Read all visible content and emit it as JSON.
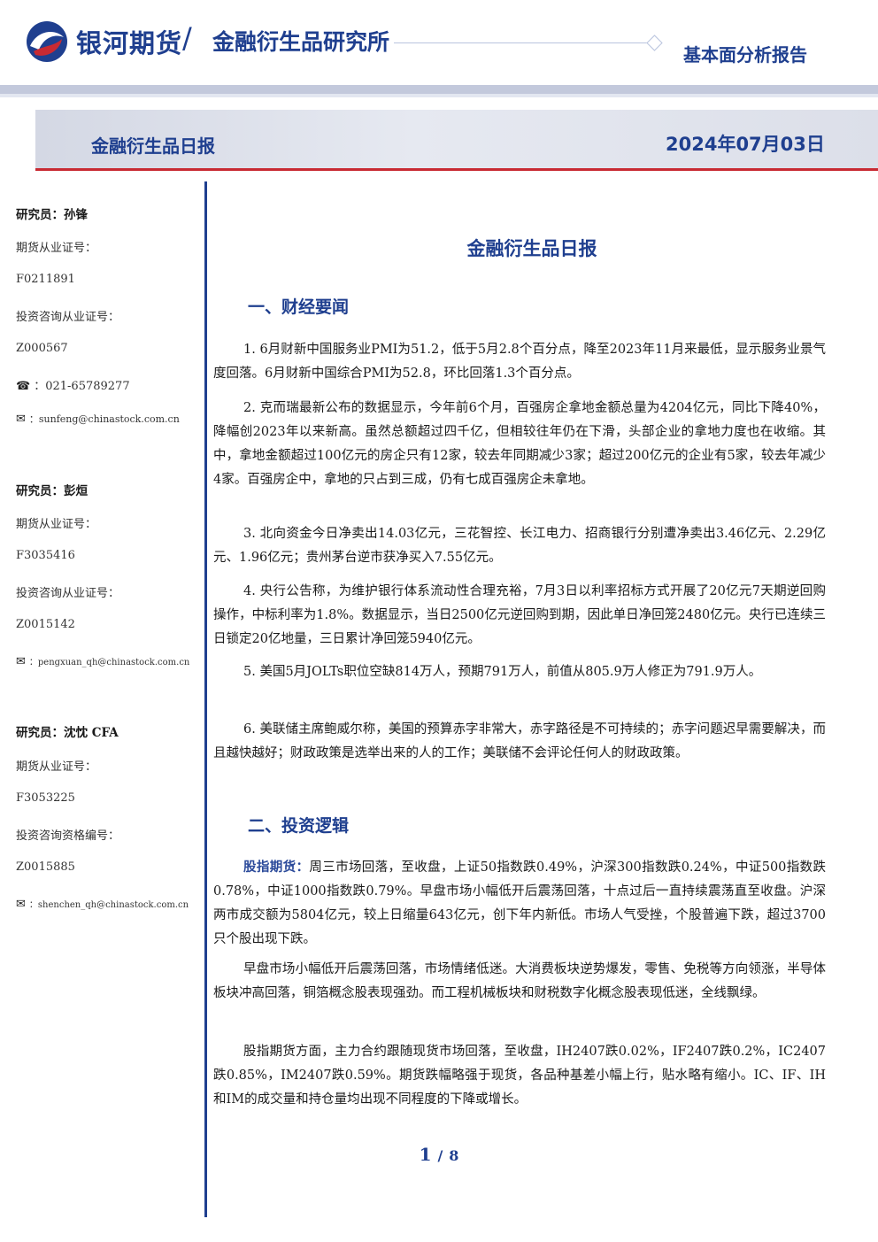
{
  "header": {
    "brand": "银河期货",
    "slash": "/",
    "institute": "金融衍生品研究所",
    "report_type": "基本面分析报告",
    "colors": {
      "primary": "#1f3f8f",
      "accent": "#c82a33"
    }
  },
  "banner": {
    "title": "金融衍生品日报",
    "date": "2024年07月03日"
  },
  "sidebar": {
    "researchers": [
      {
        "name_line": "研究员：孙锋",
        "license_label": "期货从业证号：",
        "license": "F0211891",
        "advisory_label": "投资咨询从业证号：",
        "advisory": "Z000567",
        "phone_icon": "phone-icon",
        "phone": "021-65789277",
        "email_icon": "mail-icon",
        "email": "sunfeng@chinastock.com.cn"
      },
      {
        "name_line": "研究员：彭烜",
        "license_label": "期货从业证号：",
        "license": "F3035416",
        "advisory_label": "投资咨询从业证号：",
        "advisory": "Z0015142",
        "email_icon": "mail-icon",
        "email": "pengxuan_qh@chinastock.com.cn"
      },
      {
        "name_line": "研究员：沈忱 CFA",
        "license_label": "期货从业证号：",
        "license": "F3053225",
        "advisory_label": "投资咨询资格编号：",
        "advisory": "Z0015885",
        "email_icon": "mail-icon",
        "email": "shenchen_qh@chinastock.com.cn"
      }
    ]
  },
  "main": {
    "doc_title": "金融衍生品日报",
    "section1_title": "一、财经要闻",
    "news": [
      "1. 6月财新中国服务业PMI为51.2，低于5月2.8个百分点，降至2023年11月来最低，显示服务业景气度回落。6月财新中国综合PMI为52.8，环比回落1.3个百分点。",
      "2. 克而瑞最新公布的数据显示，今年前6个月，百强房企拿地金额总量为4204亿元，同比下降40%，降幅创2023年以来新高。虽然总额超过四千亿，但相较往年仍在下滑，头部企业的拿地力度也在收缩。其中，拿地金额超过100亿元的房企只有12家，较去年同期减少3家；超过200亿元的企业有5家，较去年减少4家。百强房企中，拿地的只占到三成，仍有七成百强房企未拿地。",
      "3. 北向资金今日净卖出14.03亿元，三花智控、长江电力、招商银行分别遭净卖出3.46亿元、2.29亿元、1.96亿元；贵州茅台逆市获净买入7.55亿元。",
      "4. 央行公告称，为维护银行体系流动性合理充裕，7月3日以利率招标方式开展了20亿元7天期逆回购操作，中标利率为1.8%。数据显示，当日2500亿元逆回购到期，因此单日净回笼2480亿元。央行已连续三日锁定20亿地量，三日累计净回笼5940亿元。",
      "5. 美国5月JOLTs职位空缺814万人，预期791万人，前值从805.9万人修正为791.9万人。",
      "6. 美联储主席鲍威尔称，美国的预算赤字非常大，赤字路径是不可持续的；赤字问题迟早需要解决，而且越快越好；财政政策是选举出来的人的工作；美联储不会评论任何人的财政政策。"
    ],
    "section2_title": "二、投资逻辑",
    "logic_lead": "股指期货：",
    "logic_p1": "周三市场回落，至收盘，上证50指数跌0.49%，沪深300指数跌0.24%，中证500指数跌0.78%，中证1000指数跌0.79%。早盘市场小幅低开后震荡回落，十点过后一直持续震荡直至收盘。沪深两市成交额为5804亿元，较上日缩量643亿元，创下年内新低。市场人气受挫，个股普遍下跌，超过3700只个股出现下跌。",
    "logic_p2": "早盘市场小幅低开后震荡回落，市场情绪低迷。大消费板块逆势爆发，零售、免税等方向领涨，半导体板块冲高回落，铜箔概念股表现强劲。而工程机械板块和财税数字化概念股表现低迷，全线飘绿。",
    "logic_p3": "股指期货方面，主力合约跟随现货市场回落，至收盘，IH2407跌0.02%，IF2407跌0.2%，IC2407跌0.85%，IM2407跌0.59%。期货跌幅略强于现货，各品种基差小幅上行，贴水略有缩小。IC、IF、IH和IM的成交量和持仓量均出现不同程度的下降或增长。"
  },
  "pager": {
    "current": "1",
    "sep": "/",
    "total": "8"
  }
}
